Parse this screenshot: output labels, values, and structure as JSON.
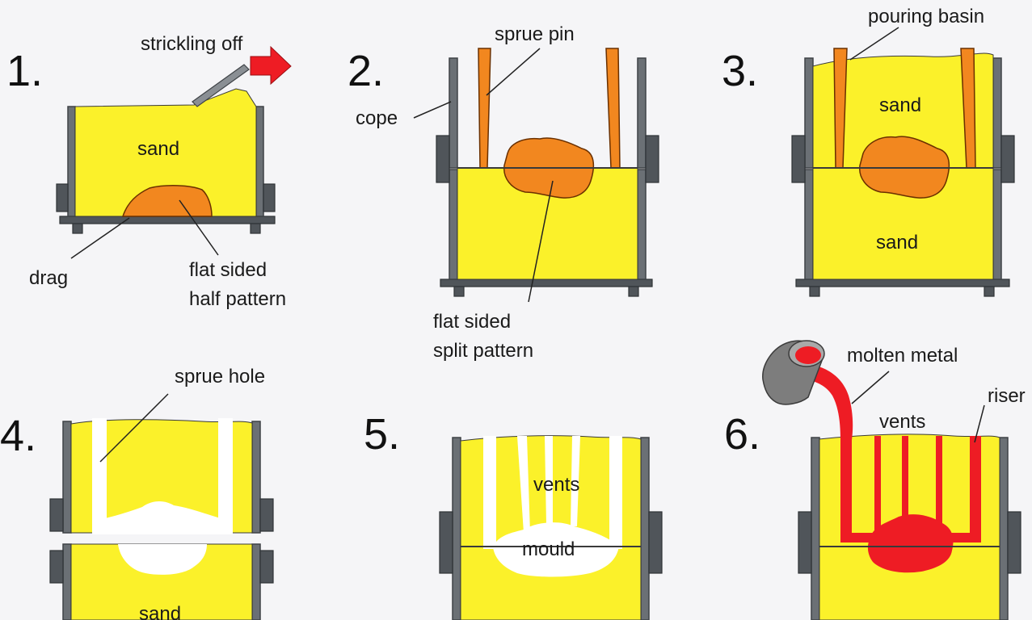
{
  "colors": {
    "background": "#f5f5f7",
    "sand": "#fbf12a",
    "pattern": "#f2871f",
    "molten_metal": "#ee1c24",
    "flask": "#6b7075",
    "cavity": "#ffffff",
    "ladle": "#7d7d7d"
  },
  "steps": [
    {
      "number": "1.",
      "labels": {
        "strickling": "strickling off",
        "sand": "sand",
        "drag": "drag",
        "pattern_line1": "flat sided",
        "pattern_line2": "half pattern"
      }
    },
    {
      "number": "2.",
      "labels": {
        "sprue_pin": "sprue pin",
        "cope": "cope",
        "pattern_line1": "flat sided",
        "pattern_line2": "split pattern"
      }
    },
    {
      "number": "3.",
      "labels": {
        "pouring_basin": "pouring basin",
        "sand_top": "sand",
        "sand_bottom": "sand"
      }
    },
    {
      "number": "4.",
      "labels": {
        "sprue_hole": "sprue hole",
        "sand": "sand"
      }
    },
    {
      "number": "5.",
      "labels": {
        "vents": "vents",
        "mould": "mould"
      }
    },
    {
      "number": "6.",
      "labels": {
        "molten_metal": "molten metal",
        "vents": "vents",
        "riser": "riser"
      }
    }
  ],
  "icons": {
    "arrow": "red-arrow-right-icon",
    "ladle": "ladle-icon"
  }
}
